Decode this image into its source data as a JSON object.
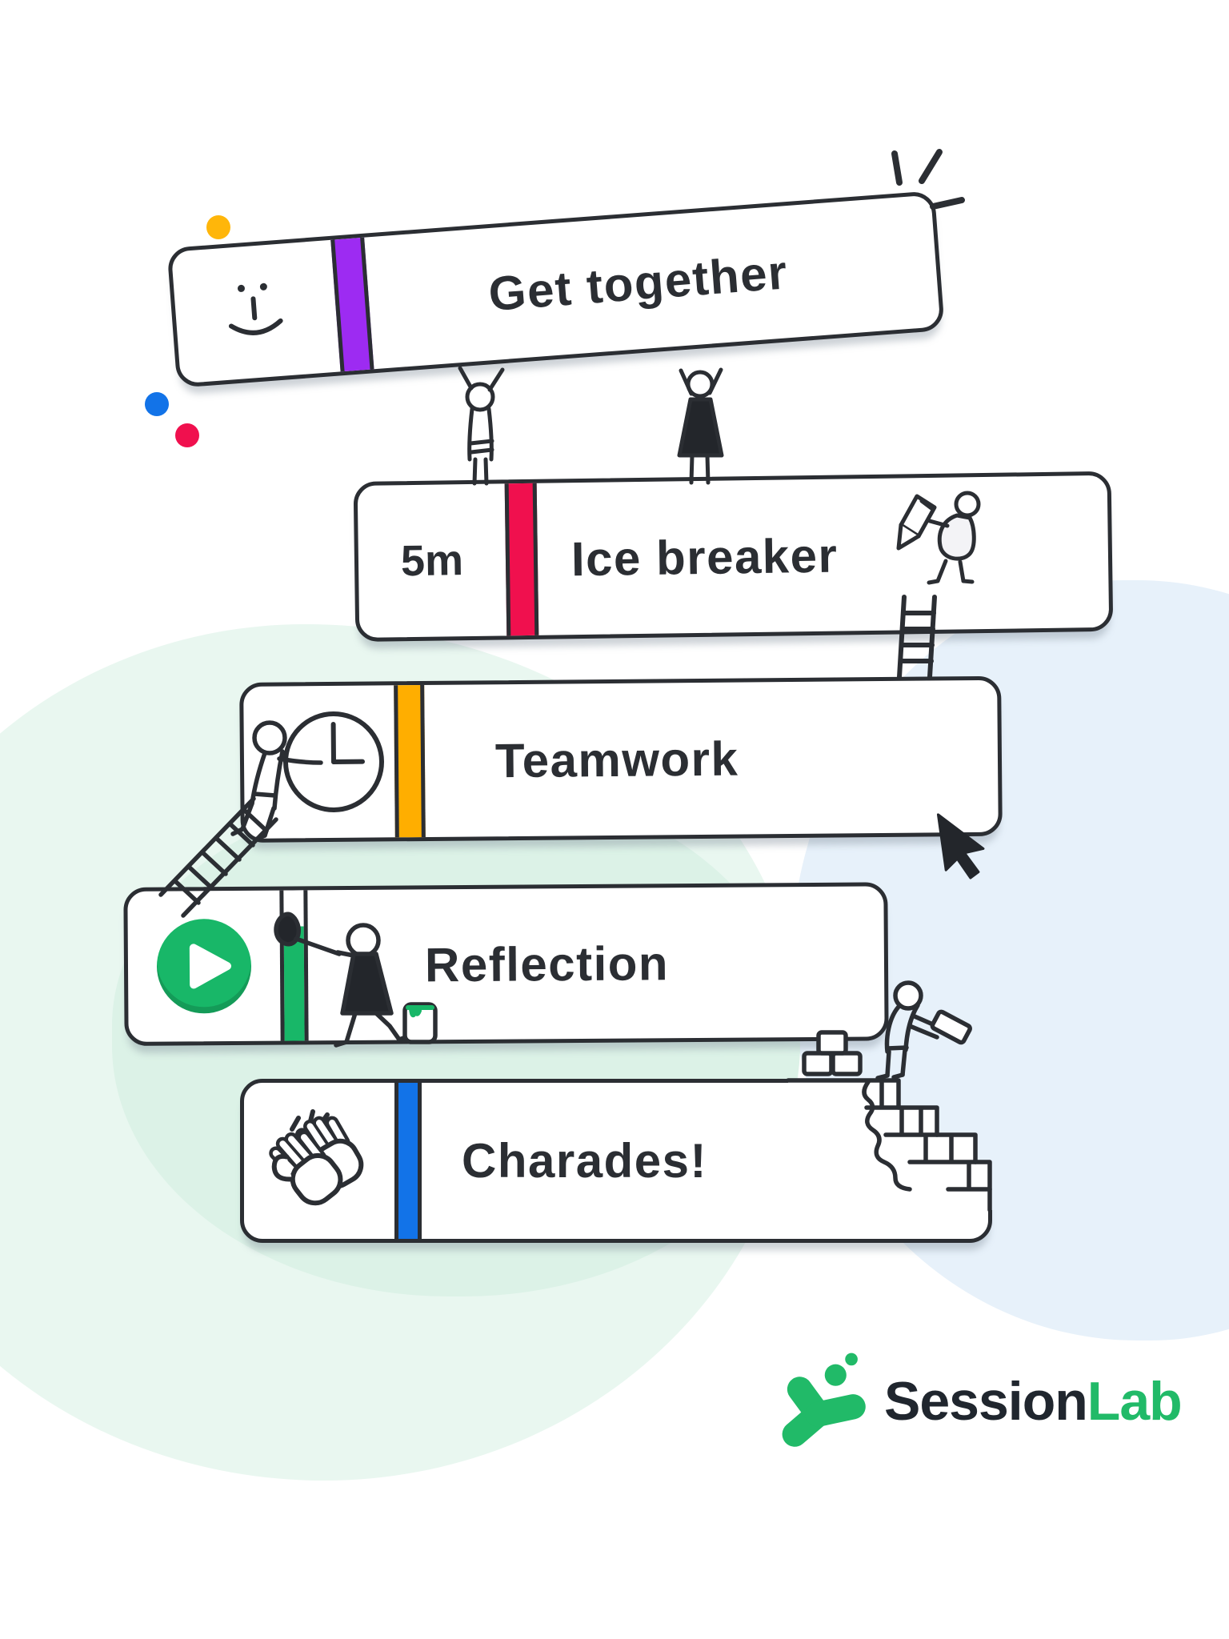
{
  "page": {
    "ink": "#2b2e33",
    "background": "#ffffff"
  },
  "decor": {
    "blobs": {
      "mint_light": "#e9f7f0",
      "mint_deep": "#dcf2e7",
      "blue": "#e7f1fa"
    },
    "dots": [
      {
        "name": "yellow-dot",
        "color": "#ffb60a"
      },
      {
        "name": "blue-dot",
        "color": "#1273e8"
      },
      {
        "name": "pink-dot",
        "color": "#f0104e"
      }
    ],
    "figures": [
      "sparkle-strokes",
      "two-people-holding-card",
      "person-writing-with-pencil",
      "ladder",
      "person-climbing-ladder-to-clock",
      "mouse-cursor-arrow",
      "person-painting-bar",
      "paint-bucket",
      "person-laying-bricks",
      "brick-pile"
    ]
  },
  "cards": [
    {
      "id": "get-together",
      "title": "Get together",
      "accent": "#9d2bf2",
      "icon": "smiley-face-icon",
      "duration": ""
    },
    {
      "id": "ice-breaker",
      "title": "Ice breaker",
      "accent": "#f0104e",
      "icon": "",
      "duration": "5m"
    },
    {
      "id": "teamwork",
      "title": "Teamwork",
      "accent": "#ffae00",
      "icon": "clock-icon",
      "duration": ""
    },
    {
      "id": "reflection",
      "title": "Reflection",
      "accent": "#18b768",
      "icon": "play-button-icon",
      "duration": ""
    },
    {
      "id": "charades",
      "title": "Charades!",
      "accent": "#1273e8",
      "icon": "clapping-hands-icon",
      "duration": ""
    }
  ],
  "logo": {
    "brand": "SessionLab",
    "part1": "Session",
    "part2": "Lab",
    "green": "#21ba68",
    "ink": "#20262e"
  }
}
